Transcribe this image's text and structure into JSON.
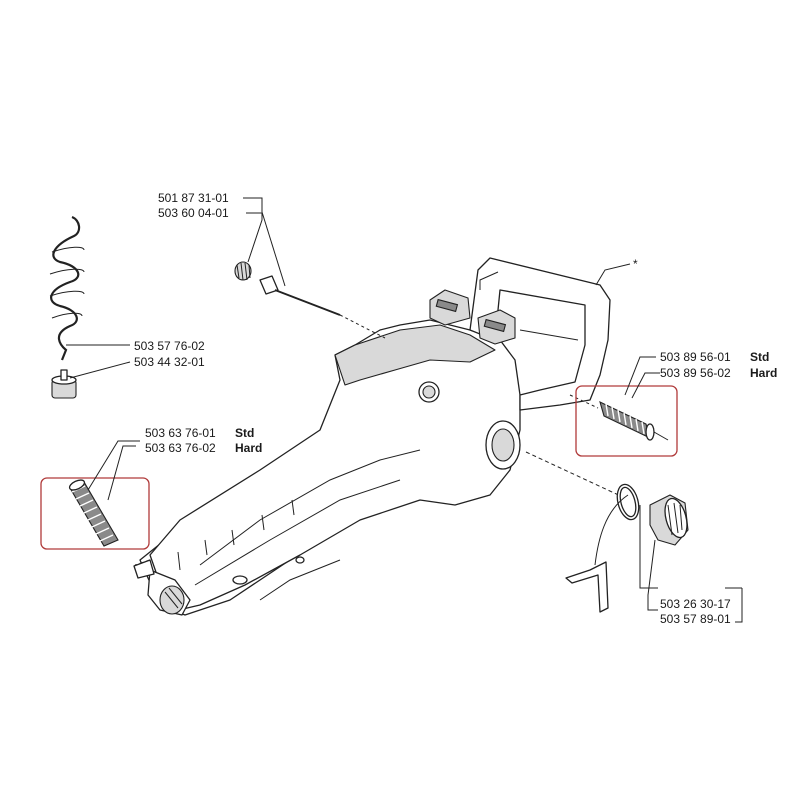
{
  "labels": {
    "throttle_rod_1": "501 87 31-01",
    "throttle_rod_2": "503 60 04-01",
    "fuel_hose_1": "503 57 76-02",
    "fuel_hose_2": "503 44 32-01",
    "av_front_code_1": "503 63 76-01",
    "av_front_grade_1": "Std",
    "av_front_code_2": "503 63 76-02",
    "av_front_grade_2": "Hard",
    "av_rear_code_1": "503 89 56-01",
    "av_rear_grade_1": "Std",
    "av_rear_code_2": "503 89 56-02",
    "av_rear_grade_2": "Hard",
    "cap_code_1": "503 26 30-17",
    "cap_code_2": "503 57 89-01",
    "handle_marker": "*"
  },
  "highlight_color": "#b03a3a"
}
